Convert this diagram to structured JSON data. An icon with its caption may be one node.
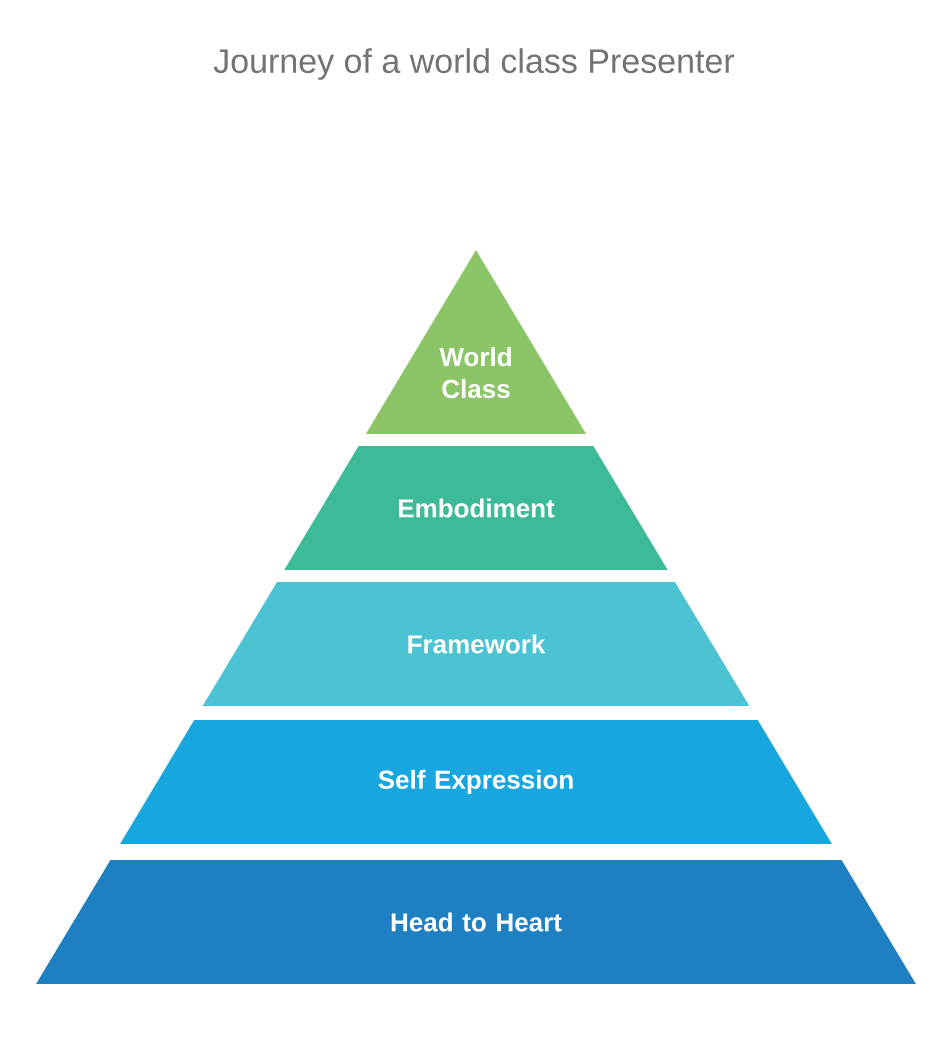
{
  "diagram": {
    "title": "Journey of a world class Presenter",
    "nodes": [
      {
        "text": [
          "World Class"
        ]
      },
      {
        "text": [
          "Embodiment"
        ]
      },
      {
        "text": [
          "Framework"
        ]
      },
      {
        "text": [
          "Self Expression"
        ]
      },
      {
        "text": [
          "Head to Heart"
        ]
      }
    ]
  }
}
